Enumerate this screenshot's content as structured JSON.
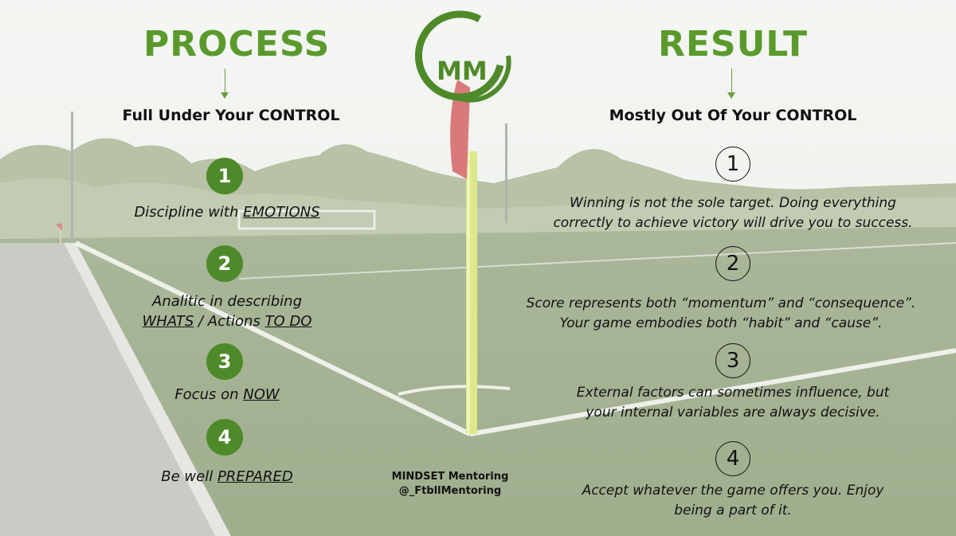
{
  "colors": {
    "accent": "#5a9a2c",
    "dark_green": "#4f8a2a",
    "text": "#111111"
  },
  "logo": {
    "text": "MM"
  },
  "process": {
    "title": "PROCESS",
    "subtitle": "Full Under Your CONTROL",
    "items": [
      {
        "num": "1",
        "pre": "Discipline with ",
        "u": "EMOTIONS"
      },
      {
        "num": "2",
        "line1": "Analitic in describing",
        "u1": "WHATS",
        "mid": " / Actions ",
        "u2": "TO DO"
      },
      {
        "num": "3",
        "pre": "Focus on ",
        "u": "NOW"
      },
      {
        "num": "4",
        "pre": "Be well ",
        "u": "PREPARED"
      }
    ]
  },
  "result": {
    "title": "RESULT",
    "subtitle": "Mostly Out Of Your CONTROL",
    "items": [
      {
        "num": "1",
        "line1": "Winning is not the sole target. Doing everything",
        "line2": "correctly to achieve victory will drive you to success."
      },
      {
        "num": "2",
        "line1": "Score represents both “momentum” and “consequence”.",
        "line2": "Your game embodies both “habit” and “cause”."
      },
      {
        "num": "3",
        "line1": "External factors can sometimes influence, but",
        "line2": "your internal variables are always decisive."
      },
      {
        "num": "4",
        "line1": "Accept whatever the game offers you. Enjoy",
        "line2": "being a part of it."
      }
    ]
  },
  "credit": {
    "line1": "MINDSET Mentoring",
    "line2": "@_FtbllMentoring"
  }
}
